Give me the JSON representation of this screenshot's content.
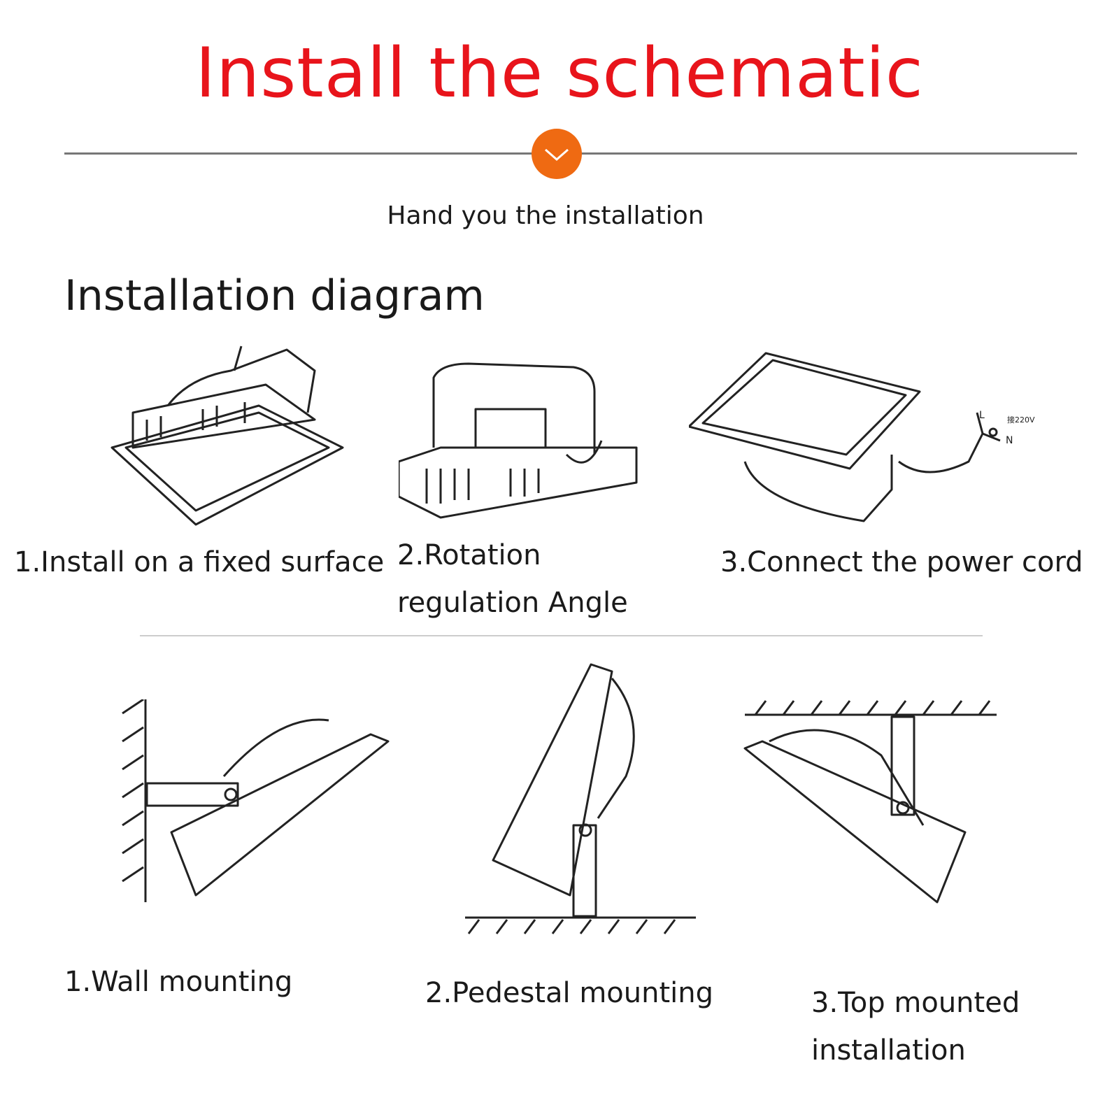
{
  "header": {
    "title": "Install the schematic",
    "subtitle": "Hand you the installation",
    "chevron_icon": "chevron-down-icon",
    "accent": "#ef6a12",
    "title_color": "#e8141b"
  },
  "section": {
    "heading": "Installation diagram"
  },
  "steps": [
    {
      "label": "1.Install on a fixed surface"
    },
    {
      "label": "2.Rotation regulation Angle"
    },
    {
      "label": "3.Connect the power cord",
      "wire_labels": [
        "L",
        "N",
        "接220V"
      ]
    }
  ],
  "mounting": [
    {
      "label": "1.Wall mounting"
    },
    {
      "label": "2.Pedestal mounting"
    },
    {
      "label": "3.Top mounted installation"
    }
  ]
}
